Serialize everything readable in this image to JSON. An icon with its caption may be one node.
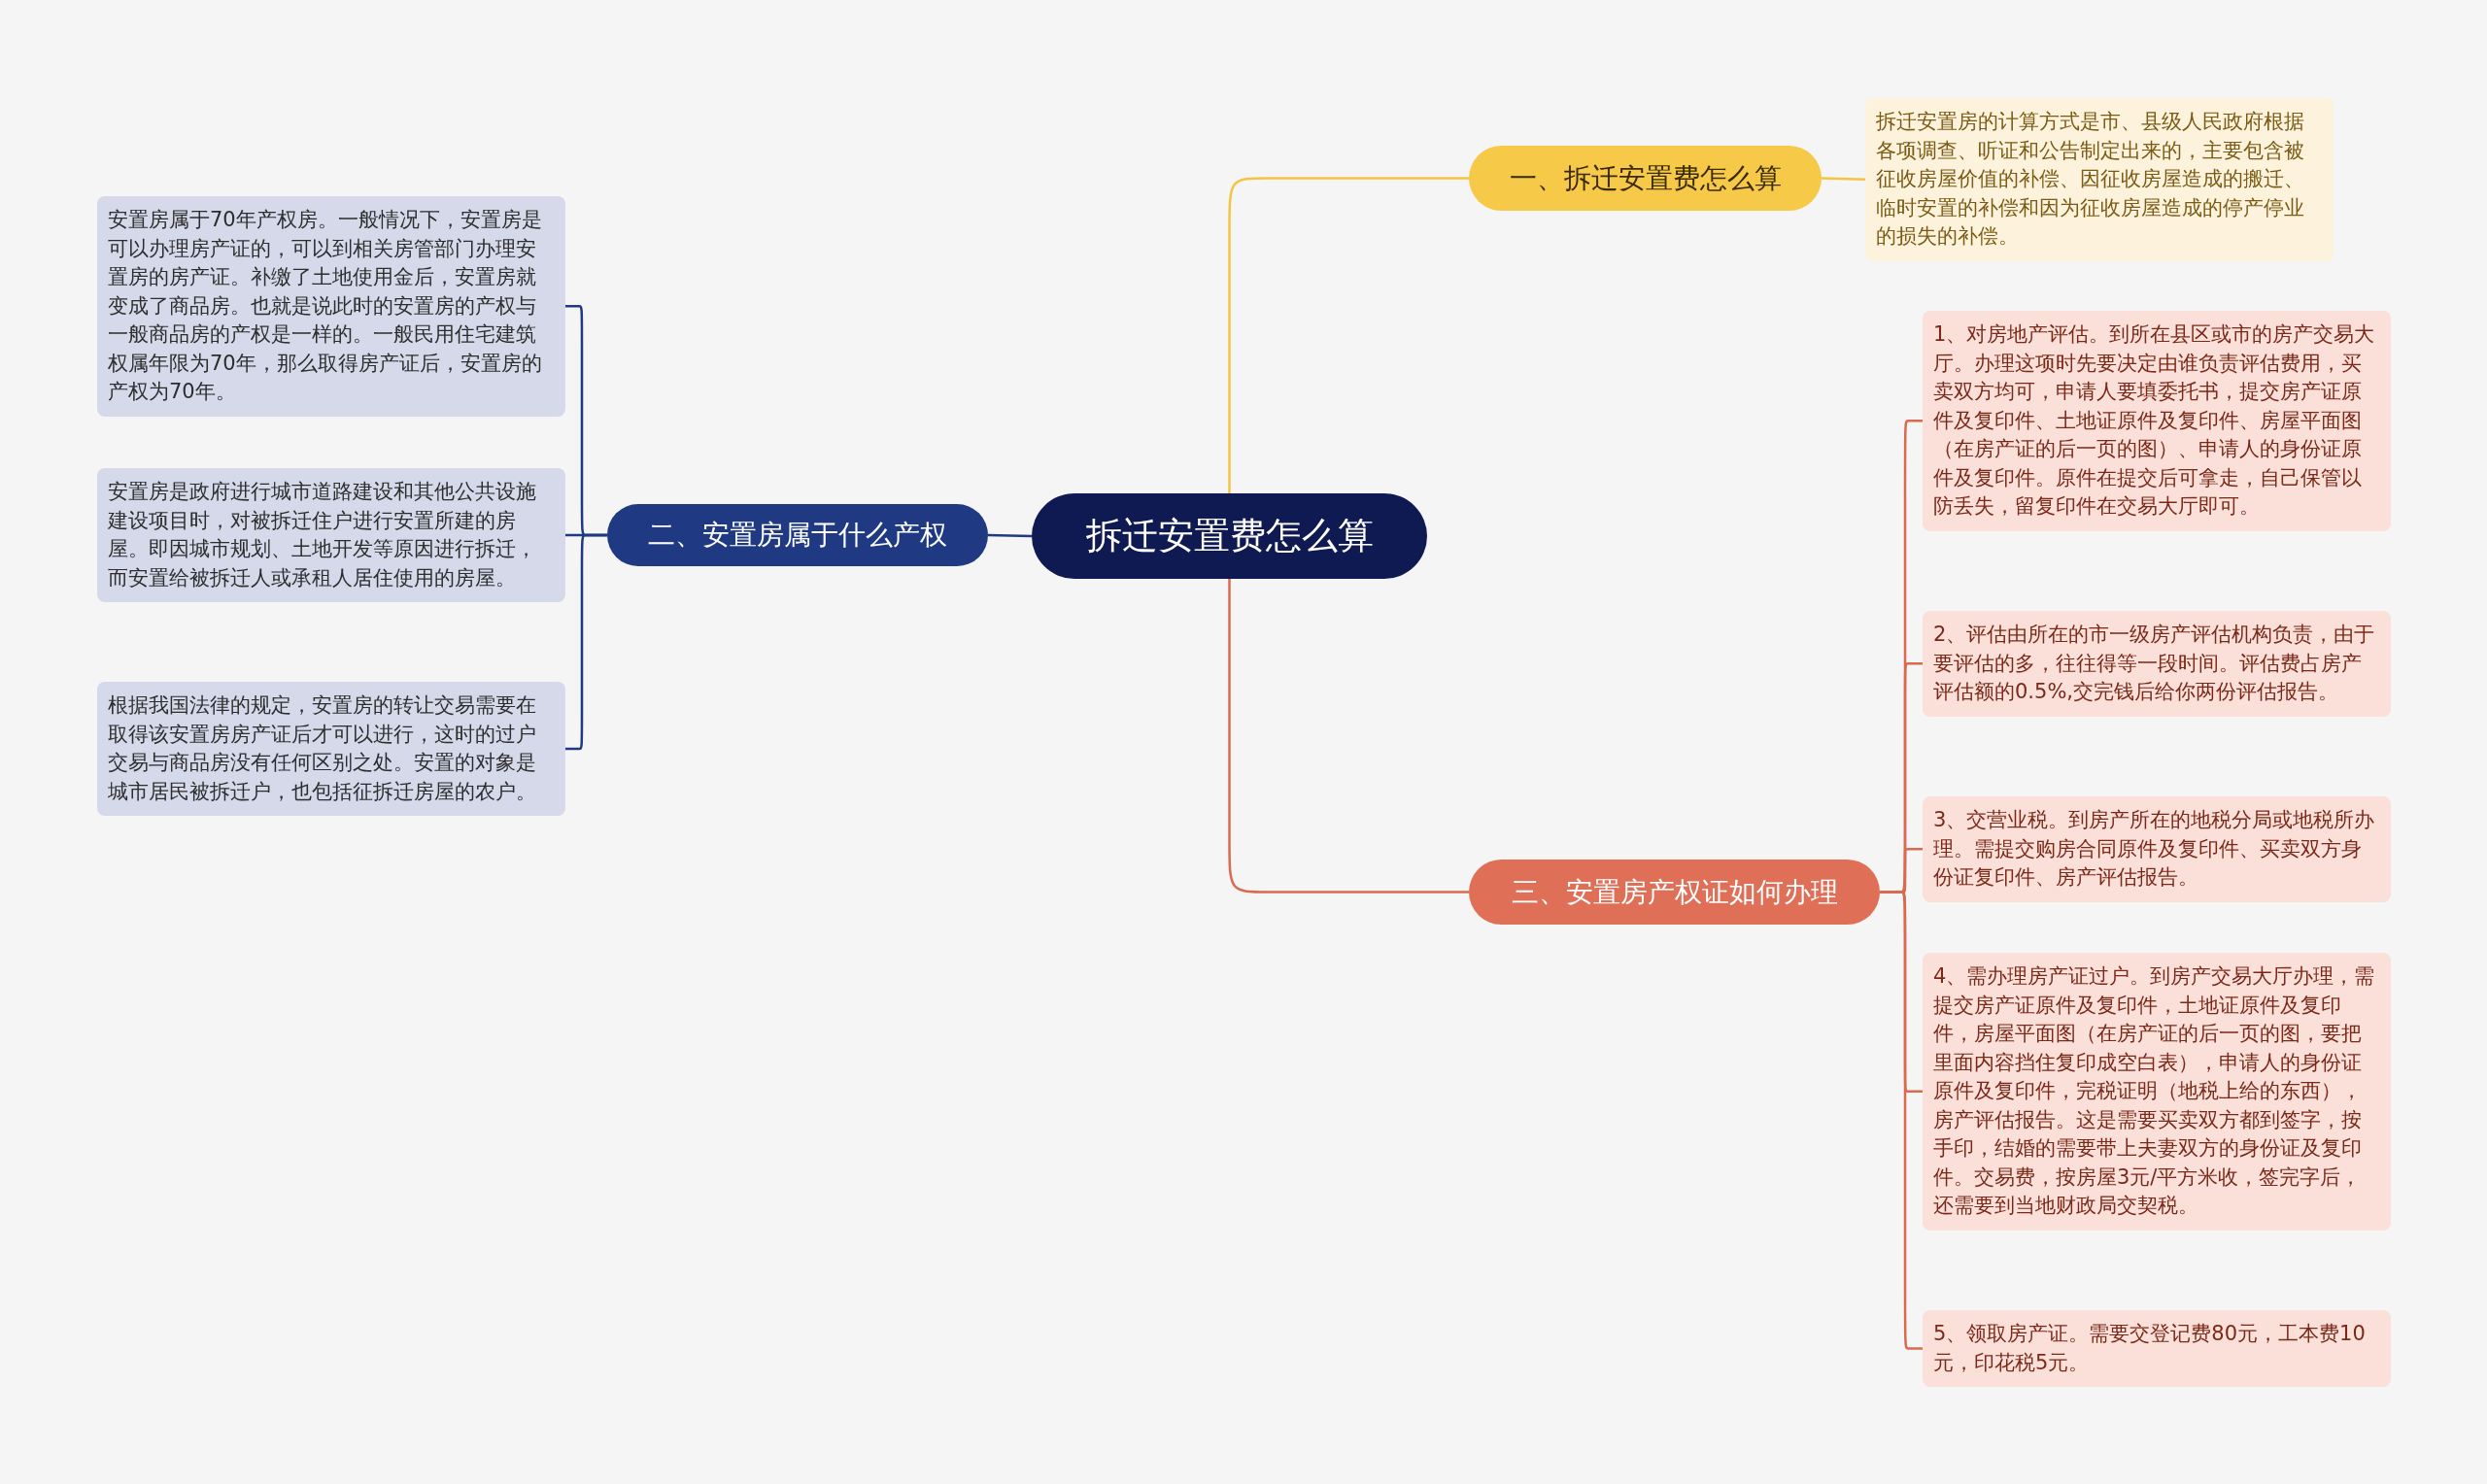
{
  "diagram": {
    "nodes": [
      {
        "text": [
          "拆迁安置费怎么算"
        ]
      },
      {
        "text": [
          "一、拆迁安置费怎么算"
        ]
      },
      {
        "text": [
          "拆迁安置房的计算方式是市、县级人民政府根据各项调查、听证和公告制定出来的，主要包含被征收房屋价值的补偿、因征收房屋造成的搬迁、临时安置的补偿和因为征收房屋造成的停产停业的损失的补偿。"
        ]
      },
      {
        "text": [
          "二、安置房属于什么产权"
        ]
      },
      {
        "text": [
          "安置房属于70年产权房。一般情况下，安置房是可以办理房产证的，可以到相关房管部门办理安置房的房产证。补缴了土地使用金后，安置房就变成了商品房。也就是说此时的安置房的产权与一般商品房的产权是一样的。一般民用住宅建筑权属年限为70年，那么取得房产证后，安置房的产权为70年。"
        ]
      },
      {
        "text": [
          "安置房是政府进行城市道路建设和其他公共设施建设项目时，对被拆迁住户进行安置所建的房屋。即因城市规划、土地开发等原因进行拆迁，而安置给被拆迁人或承租人居住使用的房屋。"
        ]
      },
      {
        "text": [
          "根据我国法律的规定，安置房的转让交易需要在取得该安置房房产证后才可以进行，这时的过户交易与商品房没有任何区别之处。安置的对象是城市居民被拆迁户，也包括征拆迁房屋的农户。"
        ]
      },
      {
        "text": [
          "三、安置房产权证如何办理"
        ]
      },
      {
        "text": [
          "1、对房地产评估。到所在县区或市的房产交易大厅。办理这项时先要决定由谁负责评估费用，买卖双方均可，申请人要填委托书，提交房产证原件及复印件、土地证原件及复印件、房屋平面图（在房产证的后一页的图）、申请人的身份证原件及复印件。原件在提交后可拿走，自己保管以防丢失，留复印件在交易大厅即可。"
        ]
      },
      {
        "text": [
          "2、评估由所在的市一级房产评估机构负责，由于要评估的多，往往得等一段时间。评估费占房产评估额的0.5%,交完钱后给你两份评估报告。"
        ]
      },
      {
        "text": [
          "3、交营业税。到房产所在的地税分局或地税所办理。需提交购房合同原件及复印件、买卖双方身份证复印件、房产评估报告。"
        ]
      },
      {
        "text": [
          "4、需办理房产证过户。到房产交易大厅办理，需提交房产证原件及复印件，土地证原件及复印件，房屋平面图（在房产证的后一页的图，要把里面内容挡住复印成空白表），申请人的身份证原件及复印件，完税证明（地税上给的东西），房产评估报告。这是需要买卖双方都到签字，按手印，结婚的需要带上夫妻双方的身份证及复印件。交易费，按房屋3元/平方米收，签完字后，还需要到当地财政局交契税。"
        ]
      },
      {
        "text": [
          "5、领取房产证。需要交登记费80元，工本费10元，印花税5元。"
        ]
      }
    ],
    "edges": [
      {
        "from": 0,
        "to": 1,
        "arrow": "none",
        "color": "#f5c443"
      },
      {
        "from": 1,
        "to": 2,
        "arrow": "none",
        "color": "#f5c443"
      },
      {
        "from": 0,
        "to": 3,
        "arrow": "none",
        "color": "#1f3a82"
      },
      {
        "from": 3,
        "to": 4,
        "arrow": "none",
        "color": "#1f3a82"
      },
      {
        "from": 3,
        "to": 5,
        "arrow": "none",
        "color": "#1f3a82"
      },
      {
        "from": 3,
        "to": 6,
        "arrow": "none",
        "color": "#1f3a82"
      },
      {
        "from": 0,
        "to": 7,
        "arrow": "none"
      },
      {
        "from": 7,
        "to": 8,
        "arrow": "none"
      },
      {
        "from": 7,
        "to": 9,
        "arrow": "none"
      },
      {
        "from": 7,
        "to": 10,
        "arrow": "none"
      },
      {
        "from": 7,
        "to": 11,
        "arrow": "none"
      },
      {
        "from": 7,
        "to": 12,
        "arrow": "none"
      }
    ]
  }
}
